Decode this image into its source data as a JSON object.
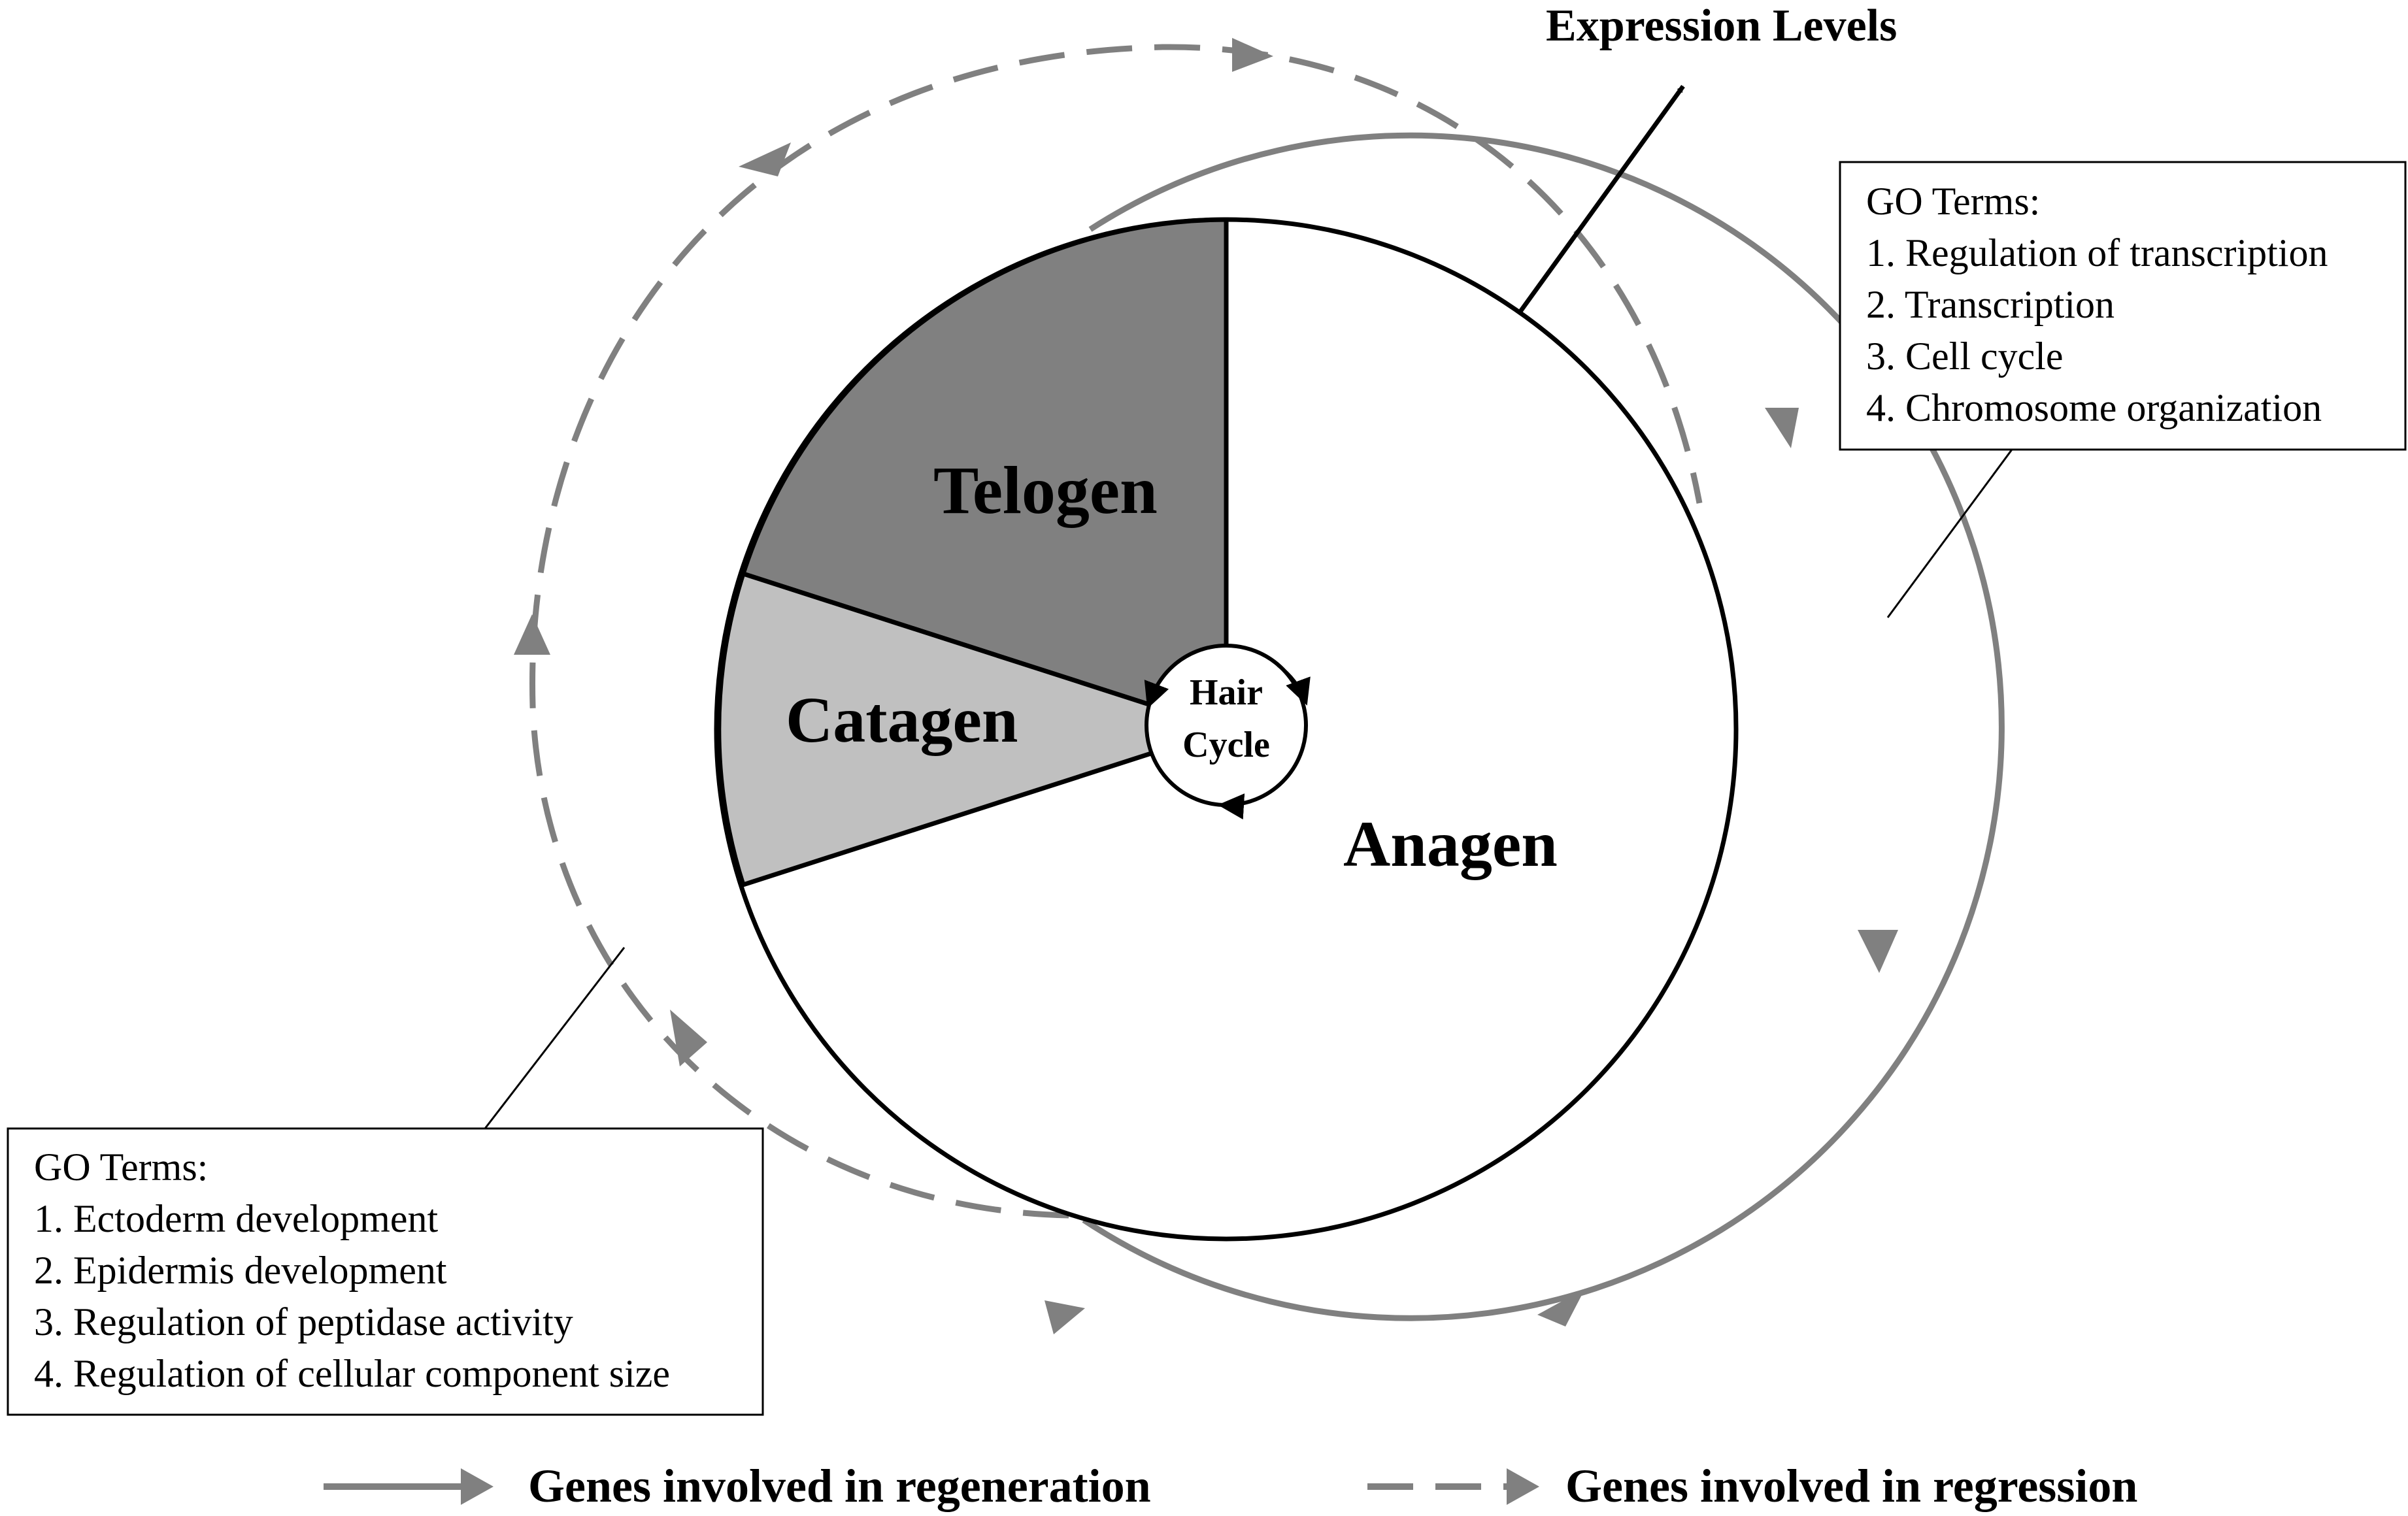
{
  "title": "Expression Levels",
  "center": {
    "line1": "Hair",
    "line2": "Cycle"
  },
  "phases": [
    {
      "key": "telogen",
      "label": "Telogen",
      "color": "#808080"
    },
    {
      "key": "catagen",
      "label": "Catagen",
      "color": "#c0c0c0"
    },
    {
      "key": "anagen",
      "label": "Anagen",
      "color": "#ffffff"
    }
  ],
  "go_box_right": {
    "heading": "GO Terms:",
    "items": [
      "1. Regulation of transcription",
      "2. Transcription",
      "3. Cell cycle",
      "4. Chromosome organization"
    ]
  },
  "go_box_left": {
    "heading": "GO Terms:",
    "items": [
      "1. Ectoderm development",
      "2. Epidermis development",
      "3. Regulation of peptidase activity",
      "4. Regulation of cellular component size"
    ]
  },
  "legend": {
    "regeneration": "Genes involved in regeneration",
    "regression": "Genes involved in regression"
  },
  "colors": {
    "arrow_gray": "#808080",
    "line": "#000000"
  }
}
